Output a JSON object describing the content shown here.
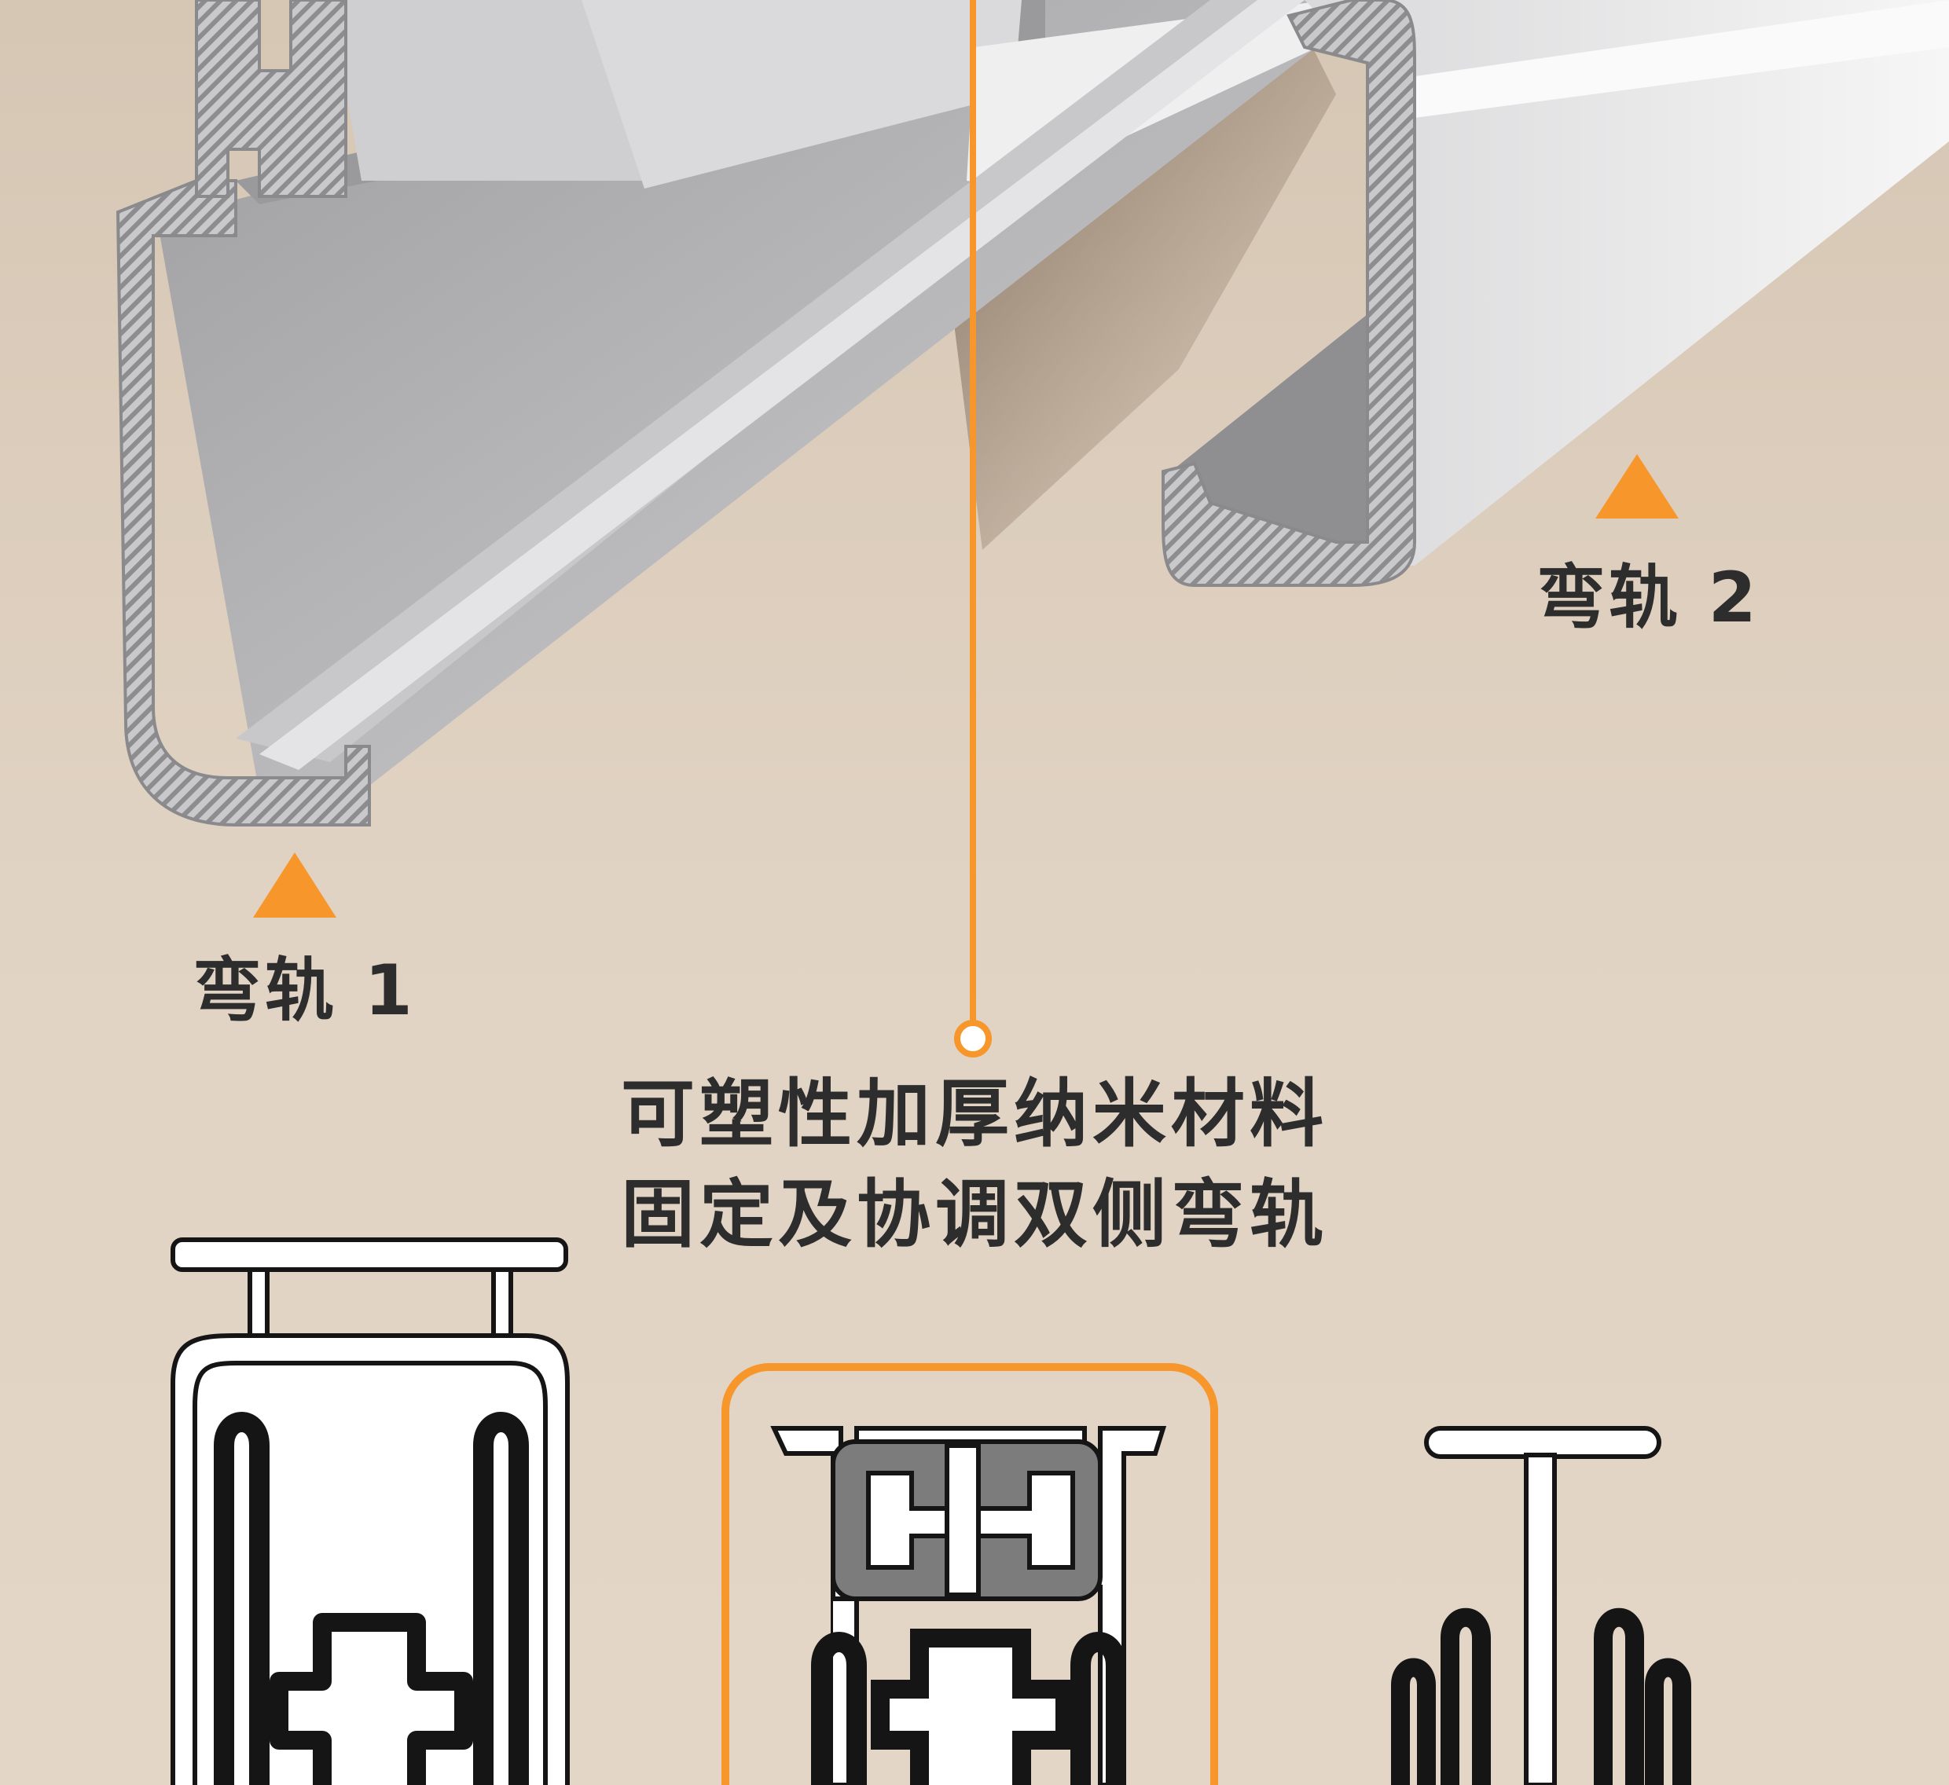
{
  "labels": {
    "rail_1": "弯轨 1",
    "rail_2": "弯轨 2"
  },
  "headline": {
    "line_1": "可塑性加厚纳米材料",
    "line_2": "固定及协调双侧弯轨"
  },
  "colors": {
    "background": "#e2d4c4",
    "accent_orange": "#f7962b",
    "text": "#2d2d2d",
    "rail_white": "#f1f1f1",
    "rail_grey": "#b9b9bb",
    "diagram_black": "#151515"
  },
  "icons": [
    "triangle-marker-icon",
    "callout-dot-icon",
    "rail-profile-diagram"
  ]
}
